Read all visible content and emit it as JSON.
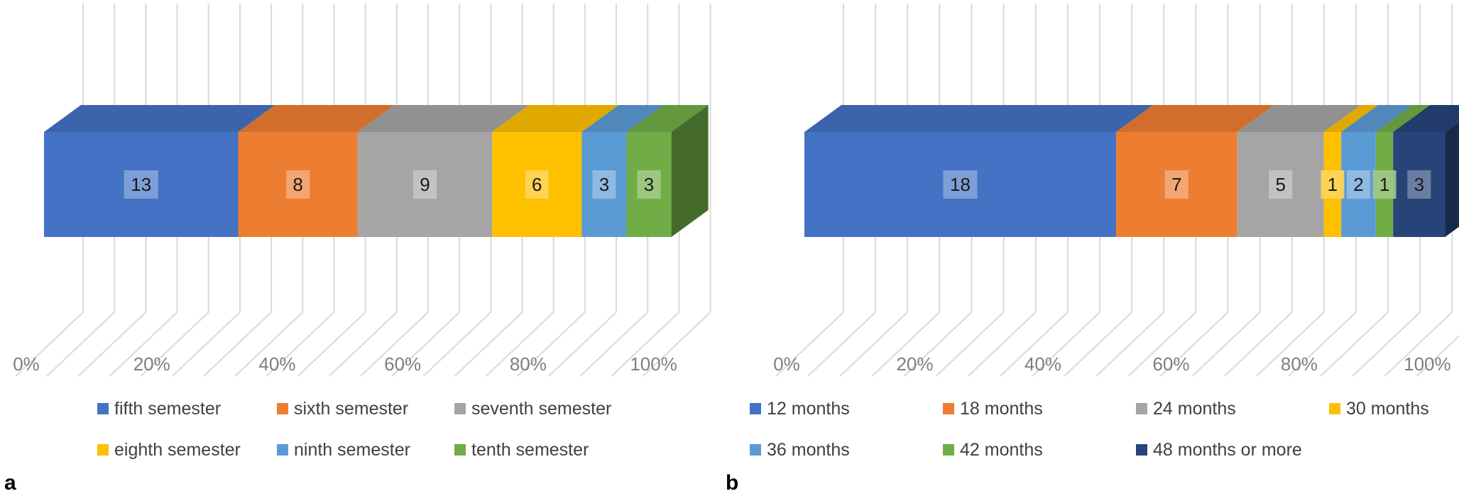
{
  "chart_data": [
    {
      "type": "bar",
      "orientation": "horizontal",
      "stacked": "percent",
      "style": "3d",
      "panel_label": "a",
      "title": "",
      "xlabel": "",
      "ylabel": "",
      "xlim": [
        0,
        100
      ],
      "x_ticks": [
        "0%",
        "20%",
        "40%",
        "60%",
        "80%",
        "100%"
      ],
      "grid": true,
      "legend_position": "bottom",
      "series": [
        {
          "name": "fifth semester",
          "values": [
            13
          ],
          "color": "#4472C4"
        },
        {
          "name": "sixth semester",
          "values": [
            8
          ],
          "color": "#ED7D31"
        },
        {
          "name": "seventh semester",
          "values": [
            9
          ],
          "color": "#A5A5A5"
        },
        {
          "name": "eighth semester",
          "values": [
            6
          ],
          "color": "#FFC000"
        },
        {
          "name": "ninth semester",
          "values": [
            3
          ],
          "color": "#5B9BD5"
        },
        {
          "name": "tenth semester",
          "values": [
            3
          ],
          "color": "#70AD47"
        }
      ]
    },
    {
      "type": "bar",
      "orientation": "horizontal",
      "stacked": "percent",
      "style": "3d",
      "panel_label": "b",
      "title": "",
      "xlabel": "",
      "ylabel": "",
      "xlim": [
        0,
        100
      ],
      "x_ticks": [
        "0%",
        "20%",
        "40%",
        "60%",
        "80%",
        "100%"
      ],
      "grid": true,
      "legend_position": "bottom",
      "series": [
        {
          "name": "12 months",
          "values": [
            18
          ],
          "color": "#4472C4"
        },
        {
          "name": "18 months",
          "values": [
            7
          ],
          "color": "#ED7D31"
        },
        {
          "name": "24 months",
          "values": [
            5
          ],
          "color": "#A5A5A5"
        },
        {
          "name": "30 months",
          "values": [
            1
          ],
          "color": "#FFC000"
        },
        {
          "name": "36 months",
          "values": [
            2
          ],
          "color": "#5B9BD5"
        },
        {
          "name": "42 months",
          "values": [
            1
          ],
          "color": "#70AD47"
        },
        {
          "name": "48 months or more",
          "values": [
            3
          ],
          "color": "#264478"
        }
      ]
    }
  ]
}
